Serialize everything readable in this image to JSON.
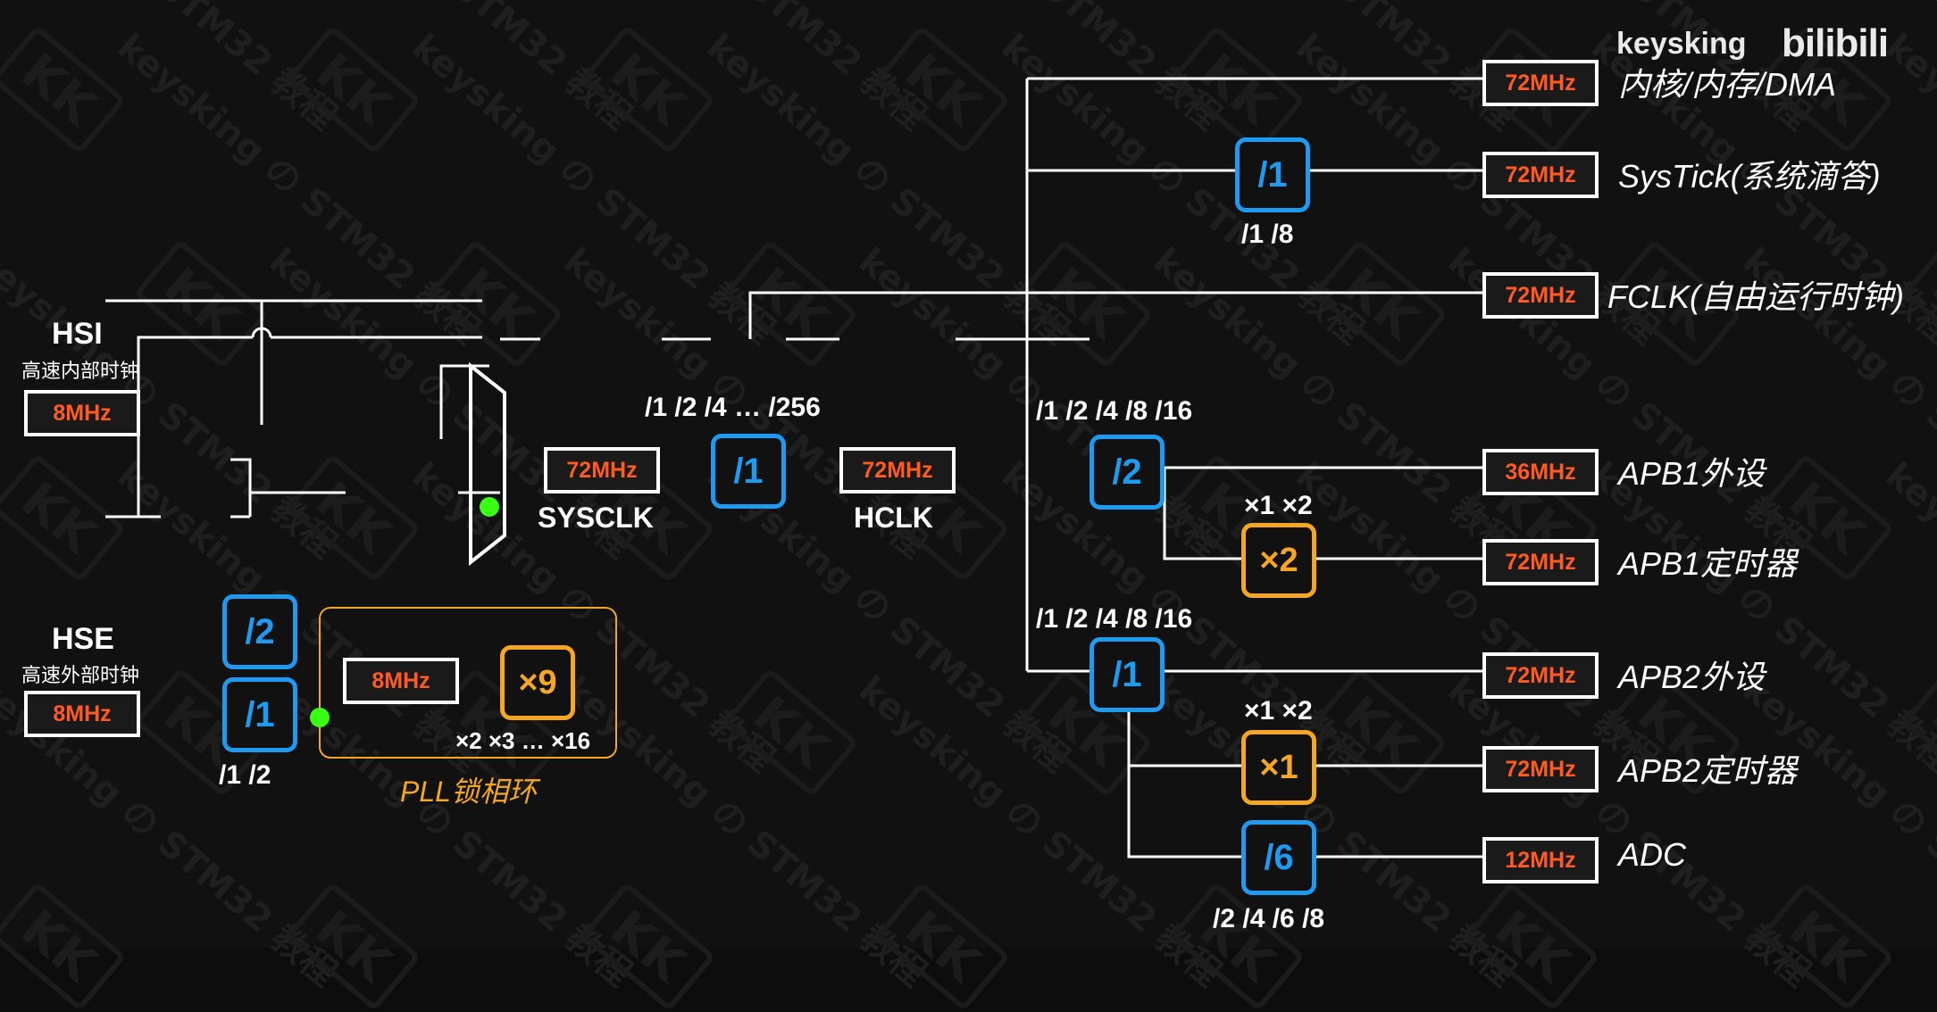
{
  "brand": {
    "author": "keysking",
    "platform": "bilibili"
  },
  "watermark": {
    "text": "keysking の STM32 教程",
    "logo": "KK"
  },
  "sources": {
    "hsi": {
      "title": "HSI",
      "subtitle": "高速内部时钟",
      "freq": "8MHz"
    },
    "hse": {
      "title": "HSE",
      "subtitle": "高速外部时钟",
      "freq": "8MHz"
    }
  },
  "pll": {
    "label": "PLL锁相环",
    "hsi_div": "/2",
    "hse_div": "/1",
    "hse_div_options": "/1  /2",
    "input_freq": "8MHz",
    "multiplier": "×9",
    "multiplier_options": "×2 ×3 … ×16"
  },
  "sysclk": {
    "freq": "72MHz",
    "label": "SYSCLK"
  },
  "ahb": {
    "prescaler": "/1",
    "options": "/1 /2 /4  … /256"
  },
  "hclk": {
    "freq": "72MHz",
    "label": "HCLK"
  },
  "systick": {
    "prescaler": "/1",
    "options": "/1  /8"
  },
  "apb1": {
    "prescaler": "/2",
    "options": "/1 /2 /4 /8 /16",
    "timer_mul": "×2",
    "timer_mul_options": "×1 ×2"
  },
  "apb2": {
    "prescaler": "/1",
    "options": "/1 /2 /4 /8 /16",
    "timer_mul": "×1",
    "timer_mul_options": "×1 ×2"
  },
  "adc": {
    "prescaler": "/6",
    "options": "/2 /4 /6 /8"
  },
  "outputs": [
    {
      "freq": "72MHz",
      "label": "内核/内存/DMA"
    },
    {
      "freq": "72MHz",
      "label": "SysTick(系统滴答)"
    },
    {
      "freq": "72MHz",
      "label": "FCLK(自由运行时钟)"
    },
    {
      "freq": "36MHz",
      "label": "APB1外设"
    },
    {
      "freq": "72MHz",
      "label": "APB1定时器"
    },
    {
      "freq": "72MHz",
      "label": "APB2外设"
    },
    {
      "freq": "72MHz",
      "label": "APB2定时器"
    },
    {
      "freq": "12MHz",
      "label": "ADC"
    }
  ],
  "colors": {
    "background": "#111111",
    "freq_text": "#ff5a1f",
    "divider": "#1e9bf0",
    "multiplier": "#f5a623",
    "selector_dot": "#39ff14",
    "wire": "#ffffff"
  }
}
